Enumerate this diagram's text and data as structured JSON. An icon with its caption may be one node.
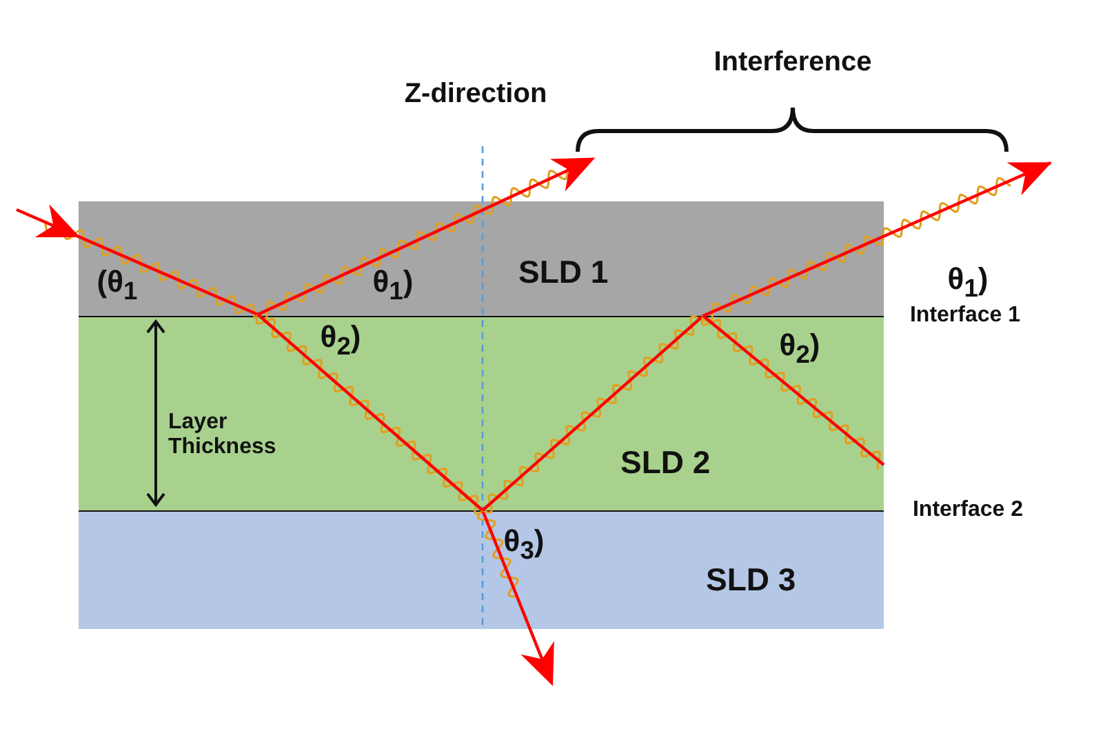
{
  "diagram": {
    "nodes": [
      {
        "text": [
          "SLD 1"
        ]
      },
      {
        "text": [
          "SLD 2"
        ]
      },
      {
        "text": [
          "SLD 3"
        ]
      }
    ],
    "labels": [
      "Interference",
      "Z-direction",
      "(θ$_{1}$",
      "θ$_{1}$)",
      "θ$_{1}$)",
      "Interface 1",
      "θ$_{2}$)",
      "θ$_{2}$)",
      "Layer Thickness",
      "Interface 2",
      "θ$_{3}$)"
    ]
  }
}
